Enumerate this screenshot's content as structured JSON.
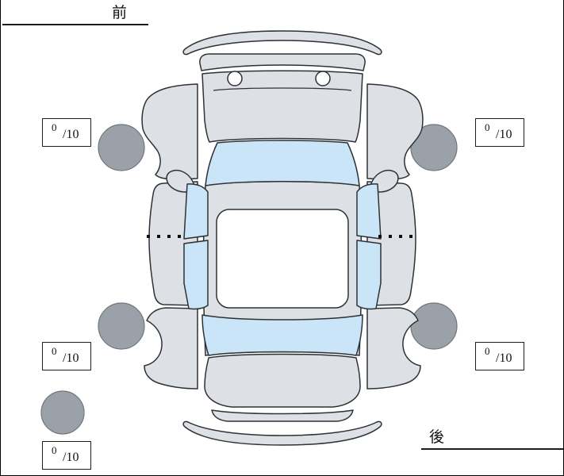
{
  "labels": {
    "front": "前",
    "rear": "後"
  },
  "tire_scores": {
    "front_left": {
      "value": "0",
      "denominator": "/10"
    },
    "front_right": {
      "value": "0",
      "denominator": "/10"
    },
    "rear_left": {
      "value": "0",
      "denominator": "/10"
    },
    "rear_right": {
      "value": "0",
      "denominator": "/10"
    },
    "spare": {
      "value": "0",
      "denominator": "/10"
    }
  },
  "colors": {
    "body": "#dde1e6",
    "roof": "#ffffff",
    "window": "#c9e5f7",
    "wheel": "#9aa1a8"
  }
}
